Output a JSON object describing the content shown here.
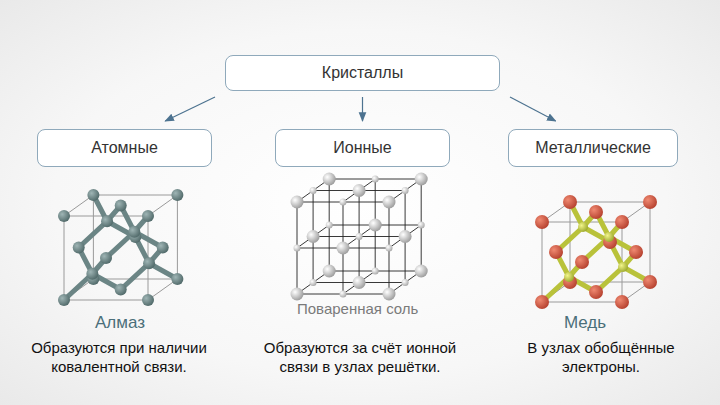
{
  "diagram": {
    "nodes": [
      {
        "text": [
          "Кристаллы"
        ]
      },
      {
        "text": [
          "Атомные"
        ]
      },
      {
        "text": [
          "Ионные"
        ]
      },
      {
        "text": [
          "Металлические"
        ]
      }
    ],
    "edges": [
      {
        "from": 0,
        "to": 1,
        "arrow": "to"
      },
      {
        "from": 0,
        "to": 2,
        "arrow": "to"
      },
      {
        "from": 0,
        "to": 3,
        "arrow": "to"
      }
    ],
    "labels": [
      "Алмаз",
      "Поваренная соль",
      "Медь",
      "Образуются при наличии ковалентной связи.",
      "Образуются за счёт ионной связи в узлах решётки.",
      "В узлах обобщённые электроны."
    ]
  }
}
